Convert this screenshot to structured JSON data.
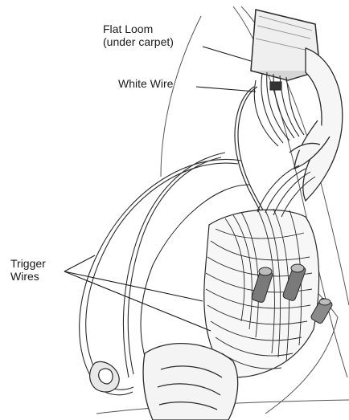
{
  "labels": {
    "flat_loom_line1": "Flat Loom",
    "flat_loom_line2": "(under carpet)",
    "white_wire": "White Wire",
    "trigger_line1": "Trigger",
    "trigger_line2": "Wires"
  },
  "colors": {
    "line": "#2a2a2a",
    "fill": "#f0f0f0",
    "shade": "#b8b8b8",
    "connector": "#7a7a7a"
  }
}
